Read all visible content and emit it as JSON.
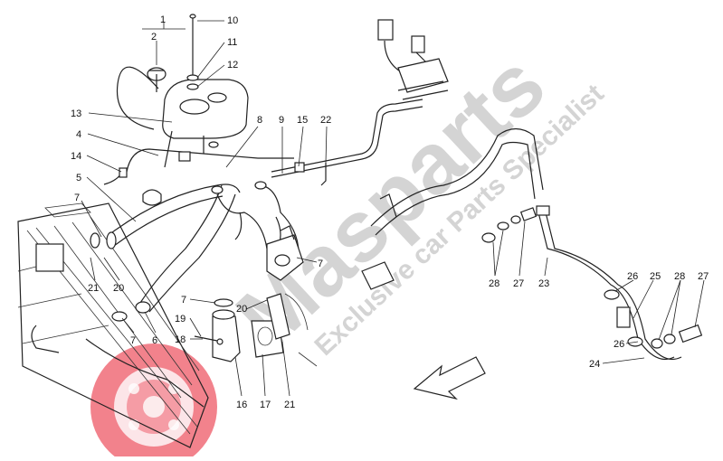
{
  "watermark": {
    "brand": "Masparts",
    "tagline": "Exclusive car Parts Specialist",
    "brand_color": "#d7d7d7",
    "logo_color": "#ee5c6a"
  },
  "callouts": {
    "c1": "1",
    "c2": "2",
    "c10": "10",
    "c11": "11",
    "c12": "12",
    "c13": "13",
    "c4": "4",
    "c14": "14",
    "c5": "5",
    "c7a": "7",
    "c7b": "7",
    "c7c": "7",
    "c7d": "7",
    "c8": "8",
    "c9": "9",
    "c15": "15",
    "c22": "22",
    "c21a": "21",
    "c20a": "20",
    "c6": "6",
    "c19": "19",
    "c18": "18",
    "c20b": "20",
    "c16": "16",
    "c17": "17",
    "c21b": "21",
    "c28a": "28",
    "c27a": "27",
    "c23": "23",
    "c26a": "26",
    "c25": "25",
    "c28b": "28",
    "c27b": "27",
    "c26b": "26",
    "c24": "24"
  }
}
